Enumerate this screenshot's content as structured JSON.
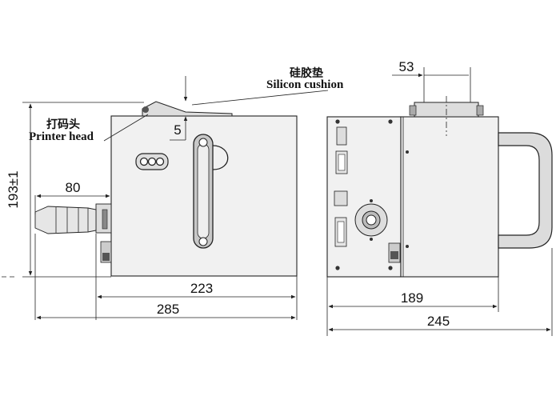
{
  "labels": {
    "silicon_cn": "硅胶垫",
    "silicon_en": "Silicon cushion",
    "printer_cn": "打码头",
    "printer_en": "Printer head"
  },
  "dimensions": {
    "height": "193±1",
    "cushion": "5",
    "cable": "80",
    "body_width": "223",
    "overall_width": "285",
    "top_offset": "53",
    "side_depth": "189",
    "side_overall": "245"
  }
}
